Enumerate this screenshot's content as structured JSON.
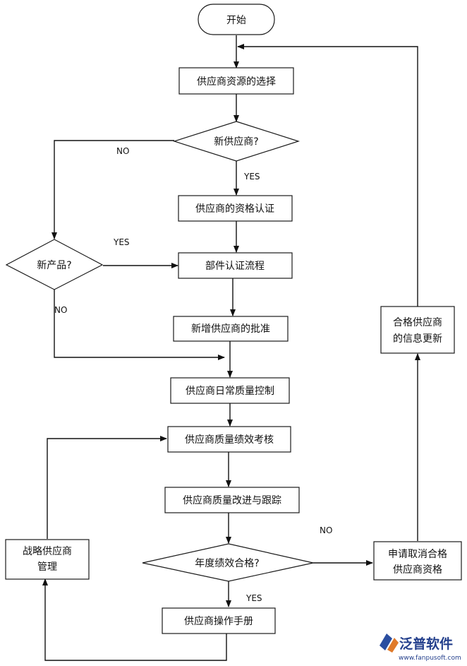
{
  "nodes": {
    "start": "开始",
    "select_resource": "供应商资源的选择",
    "new_supplier_q": "新供应商?",
    "qualification": "供应商的资格认证",
    "new_product_q": "新产品?",
    "part_certification": "部件认证流程",
    "approve_new": "新增供应商的批准",
    "daily_quality": "供应商日常质量控制",
    "performance_review": "供应商质量绩效考核",
    "improve_track": "供应商质量改进与跟踪",
    "annual_pass_q": "年度绩效合格?",
    "manual": "供应商操作手册",
    "strategic_line1": "战略供应商",
    "strategic_line2": "管理",
    "cancel_line1": "申请取消合格",
    "cancel_line2": "供应商资格",
    "update_line1": "合格供应商",
    "update_line2": "的信息更新"
  },
  "edge_labels": {
    "supplier_no": "NO",
    "supplier_yes": "YES",
    "product_yes": "YES",
    "product_no": "NO",
    "annual_no": "NO",
    "annual_yes": "YES"
  },
  "logo": {
    "name": "泛普软件",
    "url": "www.fanpusoft.com"
  }
}
